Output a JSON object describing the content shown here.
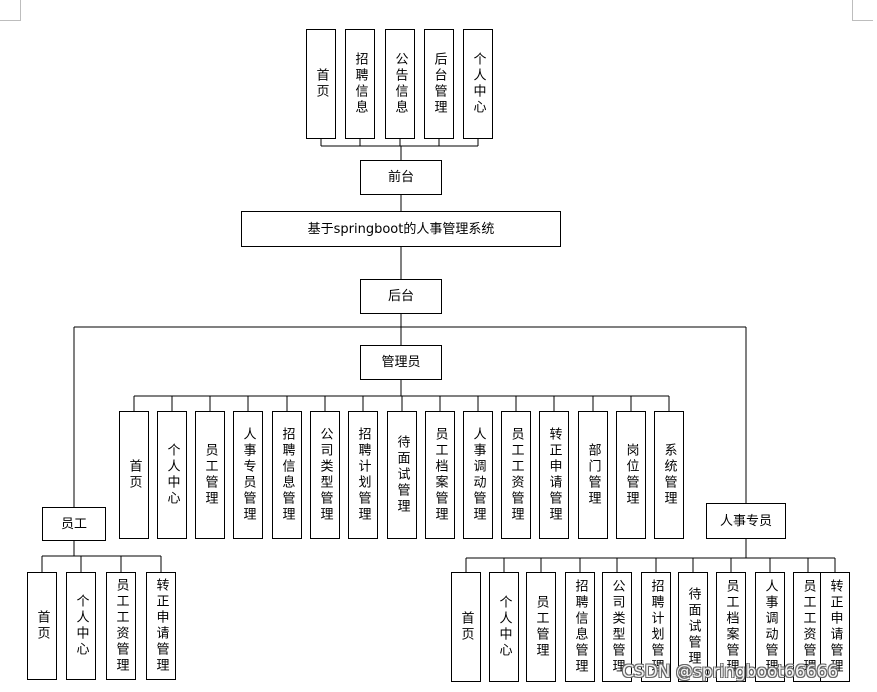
{
  "root": "基于springboot的人事管理系统",
  "front": {
    "label": "前台",
    "children": [
      "首页",
      "招聘信息",
      "公告信息",
      "后台管理",
      "个人中心"
    ]
  },
  "back": {
    "label": "后台"
  },
  "admin": {
    "label": "管理员",
    "children": [
      "首页",
      "个人中心",
      "员工管理",
      "人事专员管理",
      "招聘信息管理",
      "公司类型管理",
      "招聘计划管理",
      "待面试管理",
      "员工档案管理",
      "人事调动管理",
      "员工工资管理",
      "转正申请管理",
      "部门管理",
      "岗位管理",
      "系统管理"
    ]
  },
  "employee": {
    "label": "员工",
    "children": [
      "首页",
      "个人中心",
      "员工工资管理",
      "转正申请管理"
    ]
  },
  "hr": {
    "label": "人事专员",
    "children": [
      "首页",
      "个人中心",
      "员工管理",
      "招聘信息管理",
      "公司类型管理",
      "招聘计划管理",
      "待面试管理",
      "员工档案管理",
      "人事调动管理",
      "员工工资管理",
      "转正申请管理"
    ]
  },
  "watermark": "CSDN @springboot66666"
}
